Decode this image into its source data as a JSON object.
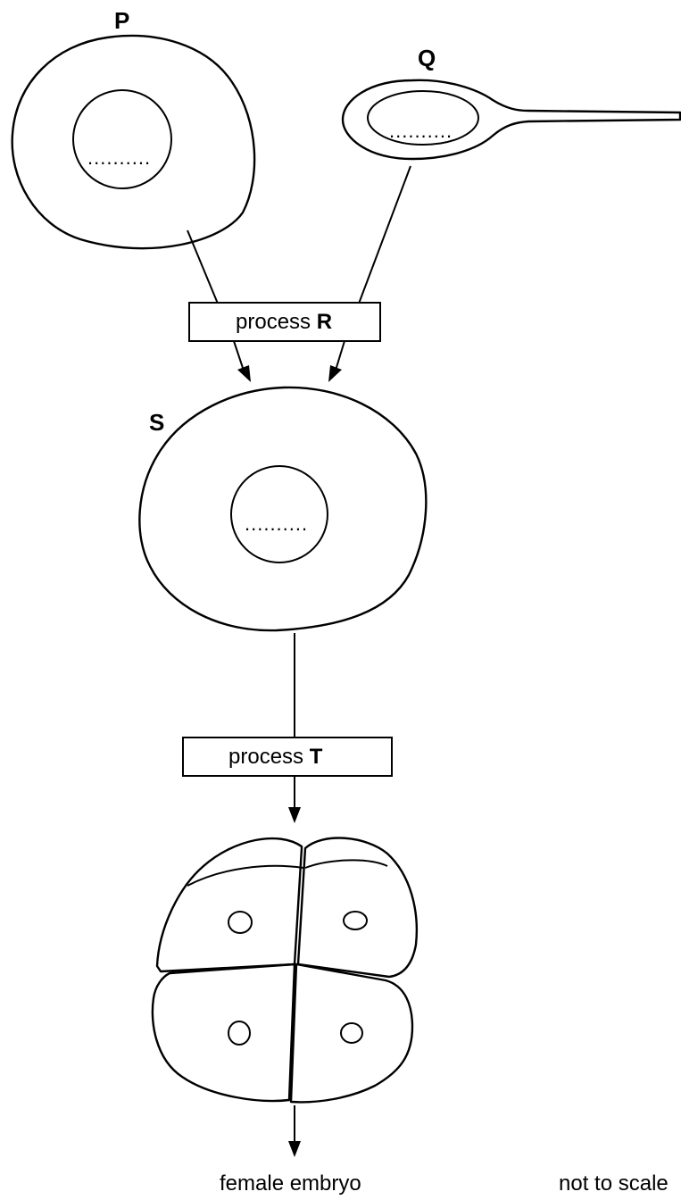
{
  "labels": {
    "p": "P",
    "q": "Q",
    "s": "S"
  },
  "nucleus_placeholder": "..........",
  "process_r": {
    "word": "process",
    "letter": "R"
  },
  "process_t": {
    "word": "process",
    "letter": "T"
  },
  "result_label": "female embryo",
  "scale_note": "not to scale"
}
